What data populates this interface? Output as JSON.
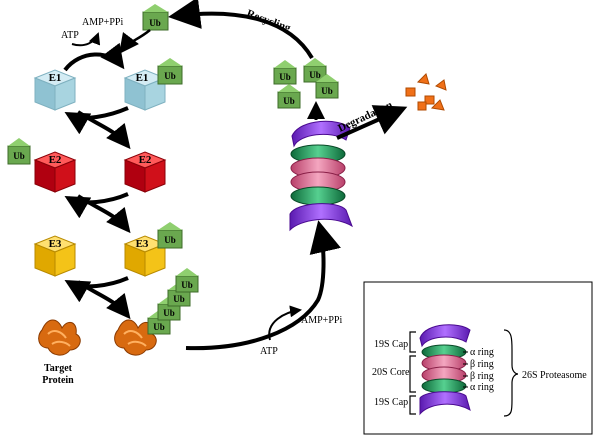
{
  "labels": {
    "atp_top": "ATP",
    "amp_ppi_top": "AMP+PPi",
    "recycling": "Recycling",
    "degradation": "Degradation",
    "ub": "Ub",
    "e1": "E1",
    "e2": "E2",
    "e3": "E3",
    "target_protein_line1": "Target",
    "target_protein_line2": "Protein",
    "amp_ppi_bottom": "AMP+PPi",
    "atp_bottom": "ATP"
  },
  "legend": {
    "cap_top": "19S Cap",
    "core": "20S Core",
    "cap_bottom": "19S Cap",
    "alpha_ring_top": "α ring",
    "beta_ring_1": "β ring",
    "beta_ring_2": "β ring",
    "alpha_ring_bottom": "α ring",
    "proteasome": "26S Proteasome"
  },
  "colors": {
    "ub_green": "#6aa84f",
    "ub_green_dark": "#3d6b2a",
    "e1_blue": "#a8d4e0",
    "e2_red": "#d0101a",
    "e3_yellow": "#f4c318",
    "protein_orange": "#d86a10",
    "cap_purple": "#8a3ad8",
    "alpha_green": "#2aa86a",
    "beta_pink": "#e47a9e",
    "fragment_orange": "#f07018"
  }
}
